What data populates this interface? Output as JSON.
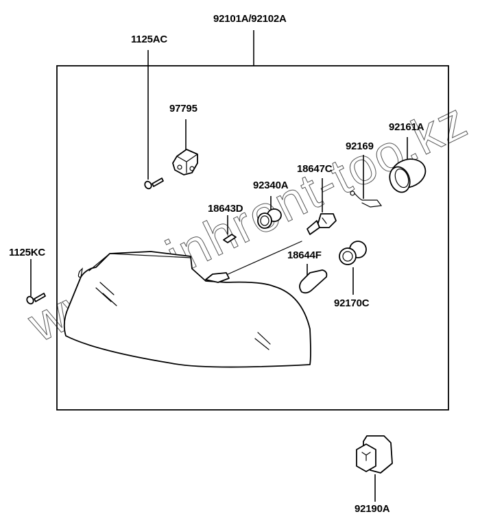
{
  "diagram": {
    "type": "exploded-parts-diagram",
    "subject": "head lamp assembly",
    "watermark": "www.sinhront-too.kz",
    "assembly_label": "92101A/92102A",
    "parts": [
      {
        "id": "1125AC",
        "label": "1125AC",
        "depicts": "screw"
      },
      {
        "id": "97795",
        "label": "97795",
        "depicts": "clip"
      },
      {
        "id": "92161A",
        "label": "92161A",
        "depicts": "socket-cap"
      },
      {
        "id": "92169",
        "label": "92169",
        "depicts": "spring-clip"
      },
      {
        "id": "18647C",
        "label": "18647C",
        "depicts": "halogen-bulb"
      },
      {
        "id": "92340A",
        "label": "92340A",
        "depicts": "socket"
      },
      {
        "id": "18643D",
        "label": "18643D",
        "depicts": "wedge-bulb"
      },
      {
        "id": "1125KC",
        "label": "1125KC",
        "depicts": "screw"
      },
      {
        "id": "18644F",
        "label": "18644F",
        "depicts": "bulb"
      },
      {
        "id": "92170C",
        "label": "92170C",
        "depicts": "socket"
      },
      {
        "id": "92190A",
        "label": "92190A",
        "depicts": "cap"
      }
    ]
  }
}
